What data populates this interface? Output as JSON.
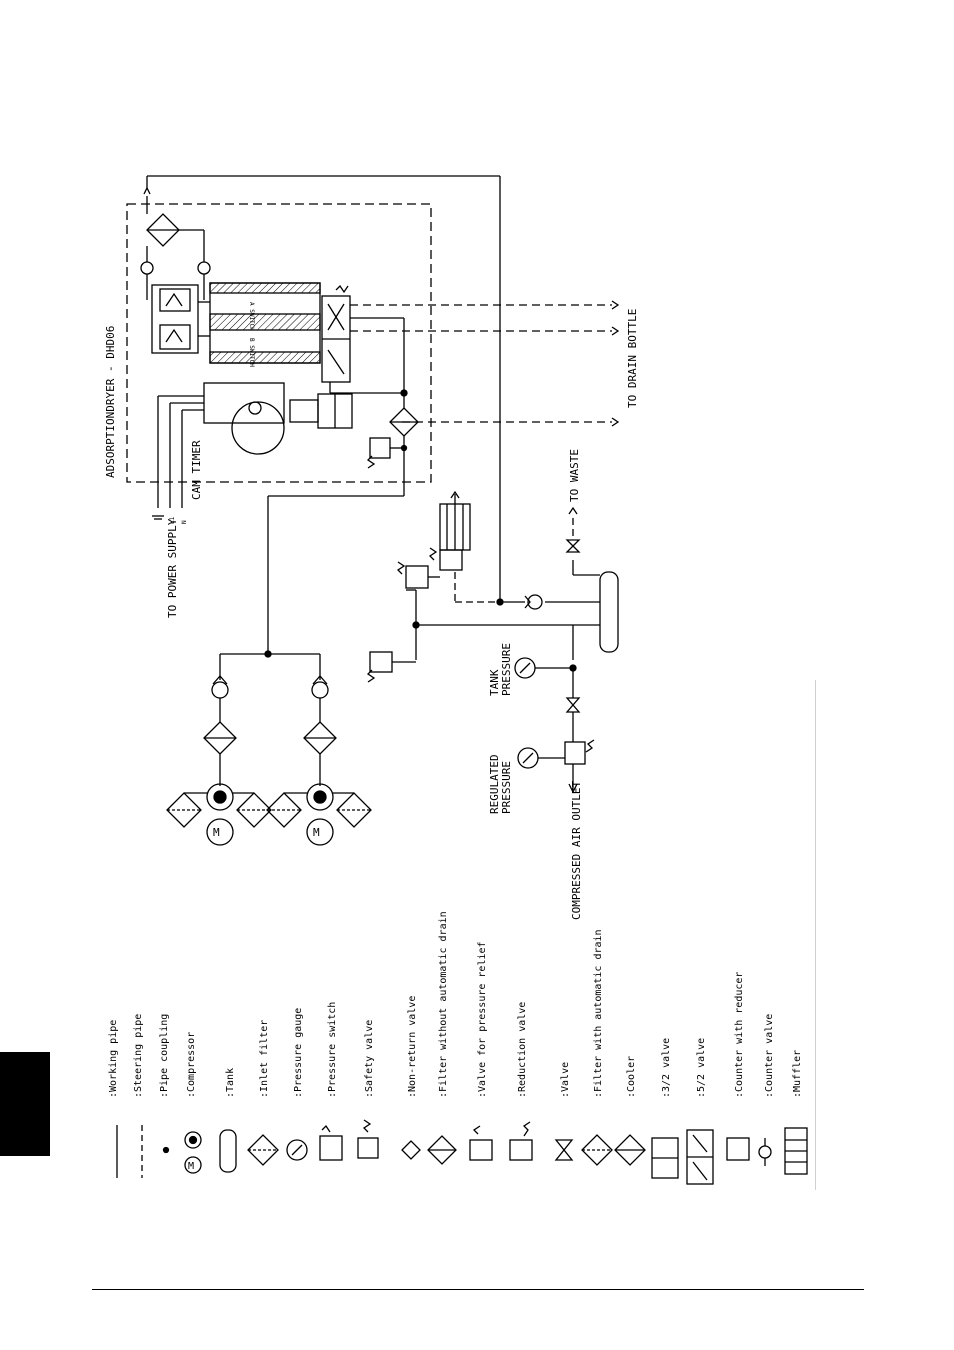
{
  "labels": {
    "dryer": "ADSORPTIONDRYER - DHD06",
    "power_supply": "TO POWER SUPPLY",
    "l1": "L1",
    "n": "N",
    "cam_timer": "CAM TIMER",
    "drain_bottle": "TO DRAIN BOTTLE",
    "waste": "TO WASTE",
    "tank_pressure_1": "TANK",
    "tank_pressure_2": "PRESSURE",
    "regulated_1": "REGULATED",
    "regulated_2": "PRESSURE",
    "outlet": "COMPRESSED AIR OUTLET",
    "switch_a": "A SWITCH",
    "switch_b": "B SWITCH"
  },
  "legend": [
    {
      "name": "working-pipe",
      "label": ":Working pipe"
    },
    {
      "name": "steering-pipe",
      "label": ":Steering pipe"
    },
    {
      "name": "pipe-coupling",
      "label": ":Pipe coupling"
    },
    {
      "name": "compressor",
      "label": ":Compressor"
    },
    {
      "name": "tank",
      "label": ":Tank"
    },
    {
      "name": "inlet-filter",
      "label": ":Inlet filter"
    },
    {
      "name": "pressure-gauge",
      "label": ":Pressure gauge"
    },
    {
      "name": "pressure-switch",
      "label": ":Pressure switch"
    },
    {
      "name": "safety-valve",
      "label": ":Safety valve"
    },
    {
      "name": "non-return-valve",
      "label": ":Non-return valve"
    },
    {
      "name": "filter-no-drain",
      "label": ":Filter without automatic drain"
    },
    {
      "name": "relief-valve",
      "label": ":Valve for pressure relief"
    },
    {
      "name": "reduction-valve",
      "label": ":Reduction valve"
    },
    {
      "name": "valve",
      "label": ":Valve"
    },
    {
      "name": "filter-auto-drain",
      "label": ":Filter with automatic drain"
    },
    {
      "name": "cooler",
      "label": ":Cooler"
    },
    {
      "name": "valve-3-2",
      "label": ":3/2 valve"
    },
    {
      "name": "valve-5-2",
      "label": ":5/2 valve"
    },
    {
      "name": "counter-reducer",
      "label": ":Counter with reducer"
    },
    {
      "name": "counter-valve",
      "label": ":Counter valve"
    },
    {
      "name": "muffler",
      "label": ":Muffler"
    }
  ]
}
